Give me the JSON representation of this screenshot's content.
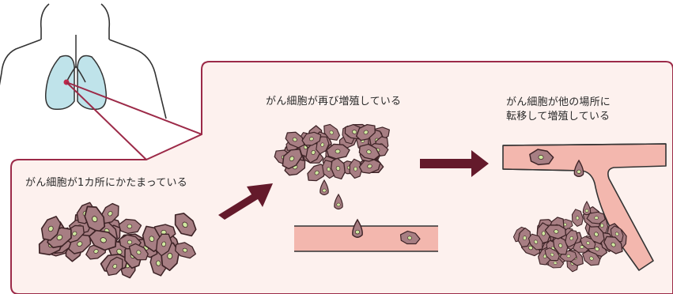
{
  "labels": {
    "stage1": "がん細胞が1カ所にかたまっている",
    "stage2": "がん細胞が再び増殖している",
    "stage3_line1": "がん細胞が他の場所に",
    "stage3_line2": "転移して増殖している"
  },
  "colors": {
    "panel_fill": "#fdf1ee",
    "panel_stroke": "#9c2a48",
    "cell_fill": "#a77e83",
    "cell_stroke": "#3d2326",
    "nucleus_fill": "#cfe8a0",
    "vessel_fill": "#f3b7ae",
    "lung_fill": "#bfe3ea",
    "arrow_fill": "#641a2b"
  }
}
